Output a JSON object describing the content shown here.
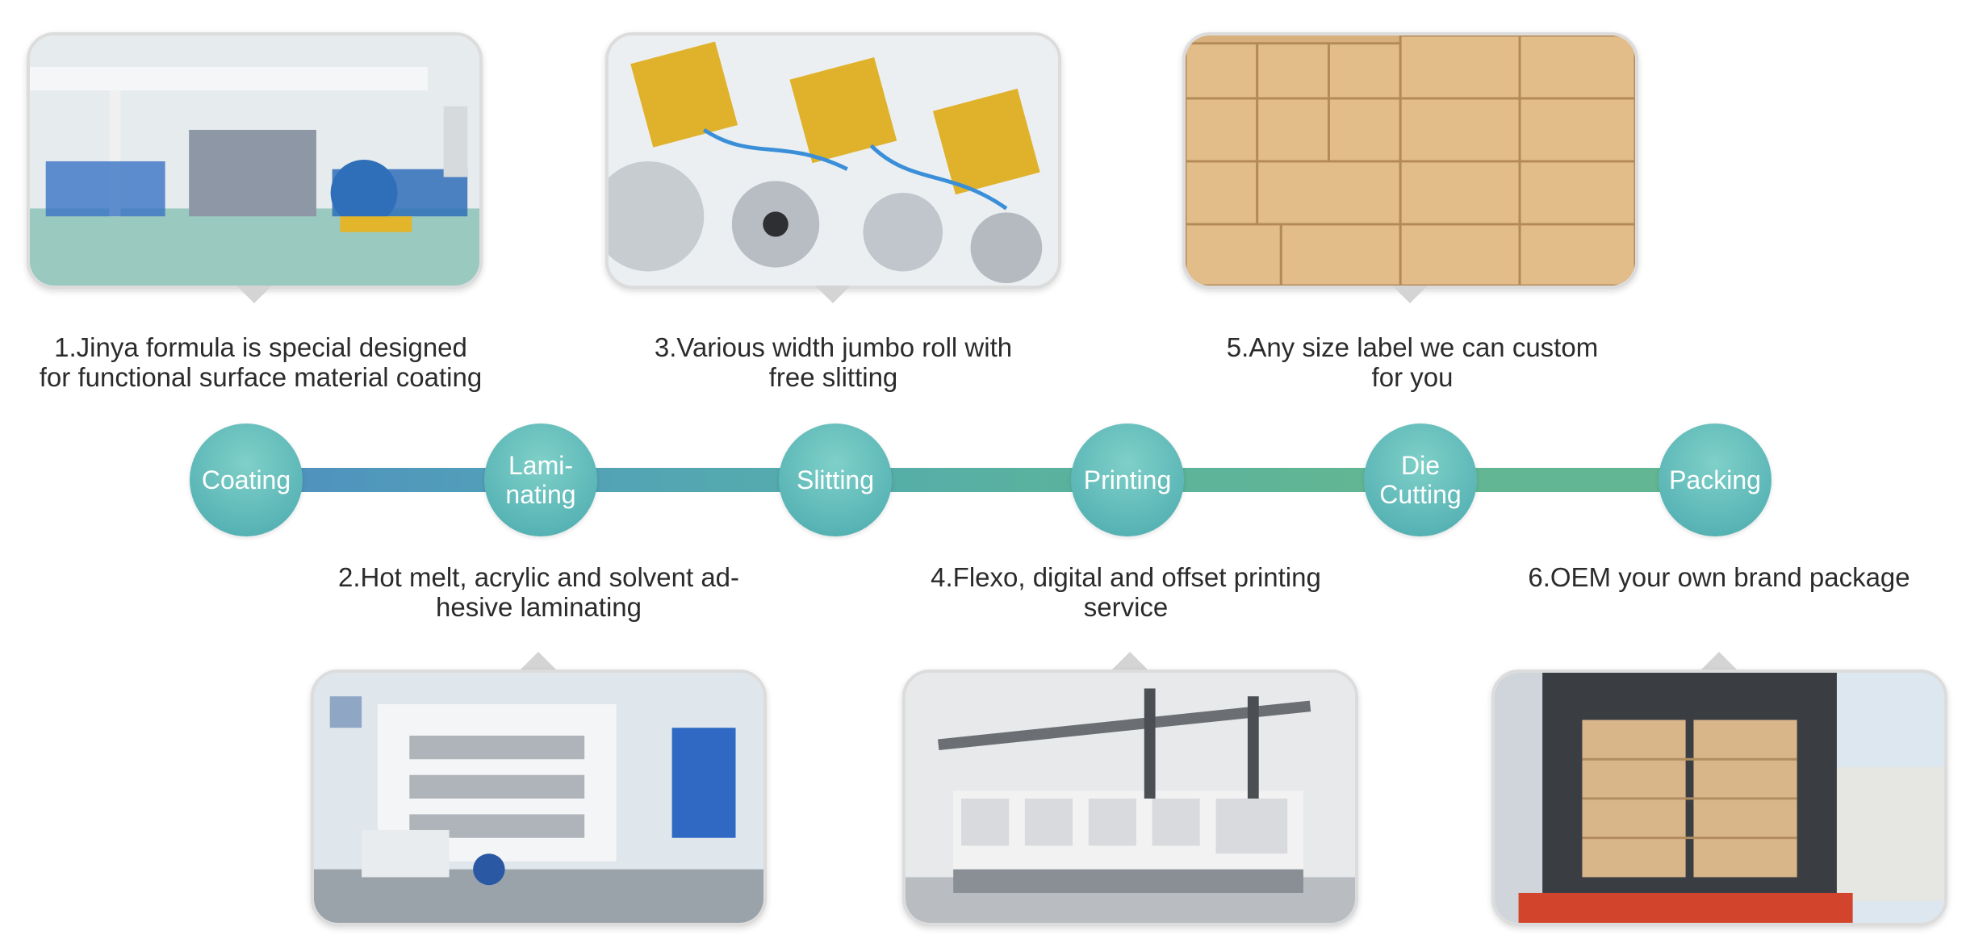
{
  "steps": [
    {
      "label": "Coating",
      "color": "#5ab6b4"
    },
    {
      "label": "Lami-\nnating",
      "color": "#5ab6b4"
    },
    {
      "label": "Slitting",
      "color": "#5ab6b4"
    },
    {
      "label": "Printing",
      "color": "#5ab6b4"
    },
    {
      "label": "Die\nCutting",
      "color": "#5ab6b4"
    },
    {
      "label": "Packing",
      "color": "#5ab6b4"
    }
  ],
  "captions": {
    "c1": "1.Jinya formula is special designed\nfor functional surface material coating",
    "c2": "2.Hot melt, acrylic and solvent ad-\nhesive laminating",
    "c3": "3.Various width jumbo roll with\nfree slitting",
    "c4": "4.Flexo, digital and offset printing\nservice",
    "c5": "5.Any size label we can custom\nfor you",
    "c6": "6.OEM your own brand package"
  },
  "photos": {
    "p1": "coating-workshop-photo",
    "p2": "laminating-machine-photo",
    "p3": "slitting-blades-photo",
    "p4": "printing-press-photo",
    "p5": "carton-stack-photo",
    "p6": "container-loading-photo"
  },
  "connector_colors": [
    "#4f8fbf",
    "#52a0b8",
    "#55acac",
    "#5bb39b",
    "#63b693"
  ]
}
